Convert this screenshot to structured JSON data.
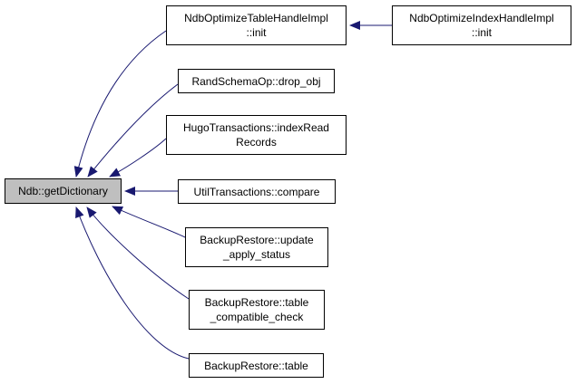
{
  "graph": {
    "colors": {
      "edge": "#191970",
      "node_border": "#000000",
      "node_fill": "#ffffff",
      "root_fill": "#bfbfbf"
    },
    "root": {
      "id": "root",
      "lines": [
        "Ndb::getDictionary"
      ]
    },
    "callers": [
      {
        "id": "optimize_table",
        "lines": [
          "NdbOptimizeTableHandleImpl",
          "::init"
        ]
      },
      {
        "id": "rand_schema",
        "lines": [
          "RandSchemaOp::drop_obj"
        ]
      },
      {
        "id": "hugo_index_read",
        "lines": [
          "HugoTransactions::indexRead",
          "Records"
        ]
      },
      {
        "id": "util_compare",
        "lines": [
          "UtilTransactions::compare"
        ]
      },
      {
        "id": "backup_update",
        "lines": [
          "BackupRestore::update",
          "_apply_status"
        ]
      },
      {
        "id": "backup_compat",
        "lines": [
          "BackupRestore::table",
          "_compatible_check"
        ]
      },
      {
        "id": "backup_table",
        "lines": [
          "BackupRestore::table"
        ]
      },
      {
        "id": "optimize_index",
        "lines": [
          "NdbOptimizeIndexHandleImpl",
          "::init"
        ]
      }
    ],
    "edges": [
      {
        "from": "optimize_table",
        "to": "root"
      },
      {
        "from": "rand_schema",
        "to": "root"
      },
      {
        "from": "hugo_index_read",
        "to": "root"
      },
      {
        "from": "util_compare",
        "to": "root"
      },
      {
        "from": "backup_update",
        "to": "root"
      },
      {
        "from": "backup_compat",
        "to": "root"
      },
      {
        "from": "backup_table",
        "to": "root"
      },
      {
        "from": "optimize_index",
        "to": "optimize_table"
      }
    ]
  }
}
